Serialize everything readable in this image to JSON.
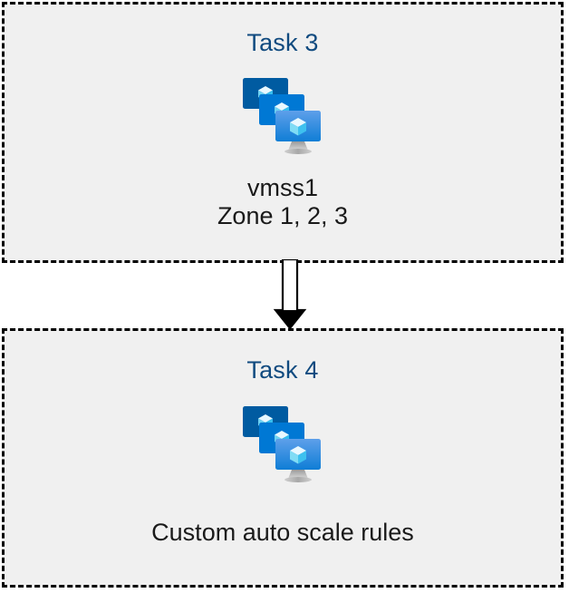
{
  "diagram": {
    "background_color": "#ffffff",
    "box_fill_color": "#f0f0f0",
    "box_border_color": "#000000",
    "title_color": "#104a7f",
    "caption_color": "#1a1a1a",
    "boxes": [
      {
        "title": "Task 3",
        "icon": "azure-vm-scale-set-icon",
        "caption_lines": [
          "vmss1",
          "Zone 1, 2, 3"
        ]
      },
      {
        "title": "Task 4",
        "icon": "azure-vm-scale-set-icon",
        "caption_lines": [
          "Custom auto scale rules"
        ]
      }
    ],
    "connector": {
      "name": "down-arrow-connector",
      "direction": "down",
      "style": "double-line-block-arrow",
      "color": "#000000"
    }
  },
  "icon_colors": {
    "monitor_back": "#005ba1",
    "monitor_middle": "#0078d4",
    "monitor_front_top": "#5ea0ea",
    "monitor_front_bottom": "#0f7ed6",
    "cube_light": "#e8f8ff",
    "cube_mid": "#9fe3f9",
    "cube_dark": "#50c6ef",
    "stand_light": "#d6d6d6",
    "stand_dark": "#8a8a8a"
  }
}
